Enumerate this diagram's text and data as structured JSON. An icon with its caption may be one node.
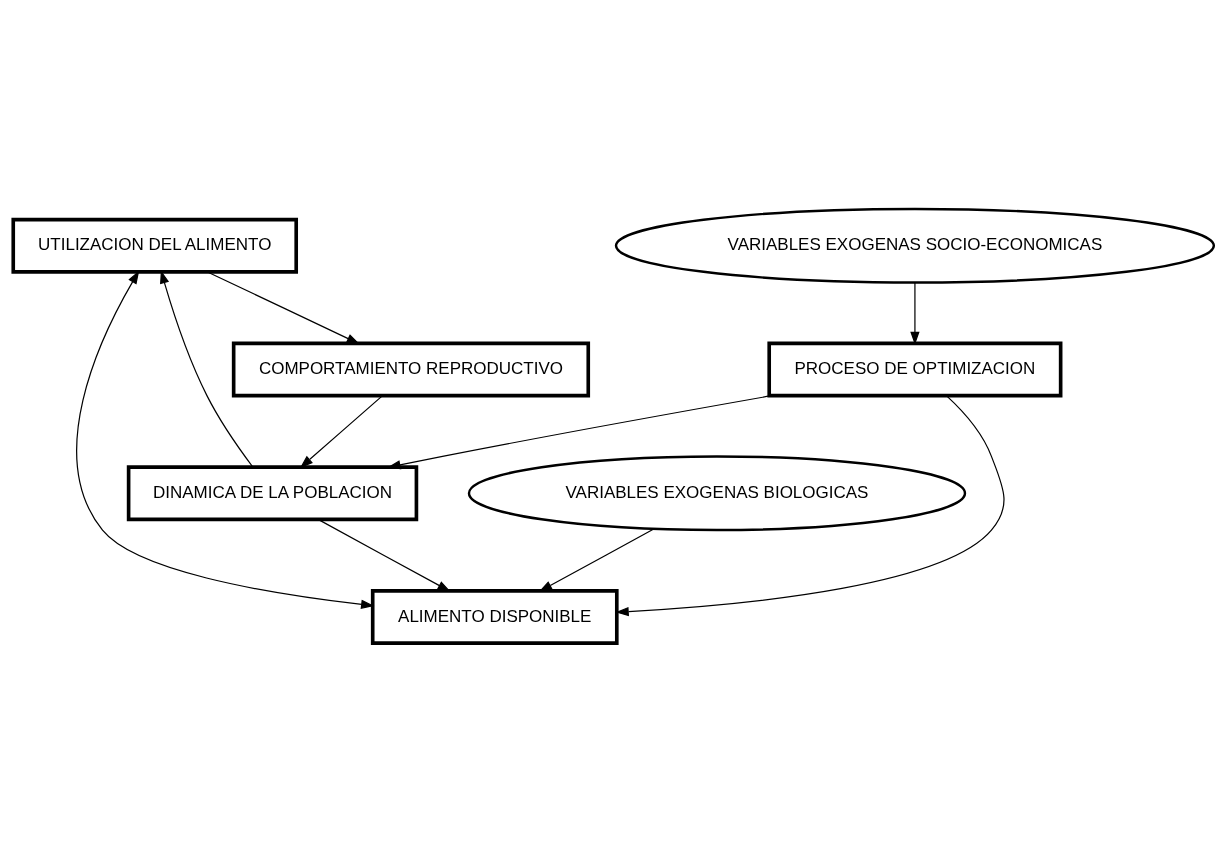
{
  "diagram": {
    "nodes": [
      {
        "text": [
          "UTILIZACION DEL ALIMENTO"
        ]
      },
      {
        "text": [
          "VARIABLES EXOGENAS BIOLOGICAS"
        ]
      },
      {
        "text": [
          "COMPORTAMIENTO REPRODUCTIVO"
        ]
      },
      {
        "text": [
          "ALIMENTO DISPONIBLE"
        ]
      },
      {
        "text": [
          "DINAMICA DE LA POBLACION"
        ]
      },
      {
        "text": [
          "PROCESO DE OPTIMIZACION"
        ]
      },
      {
        "text": [
          "VARIABLES EXOGENAS SOCIO-ECONOMICAS"
        ]
      }
    ],
    "edges": [
      {
        "from": 0,
        "to": 2,
        "arrow": "to"
      },
      {
        "from": 0,
        "to": 3,
        "arrow": "both"
      },
      {
        "from": 1,
        "to": 3,
        "arrow": "to"
      },
      {
        "from": 2,
        "to": 4,
        "arrow": "to"
      },
      {
        "from": 4,
        "to": 0,
        "arrow": "to"
      },
      {
        "from": 4,
        "to": 3,
        "arrow": "to"
      },
      {
        "from": 5,
        "to": 4,
        "arrow": "to"
      },
      {
        "from": 5,
        "to": 3,
        "arrow": "to"
      },
      {
        "from": 6,
        "to": 5,
        "arrow": "to"
      }
    ]
  }
}
